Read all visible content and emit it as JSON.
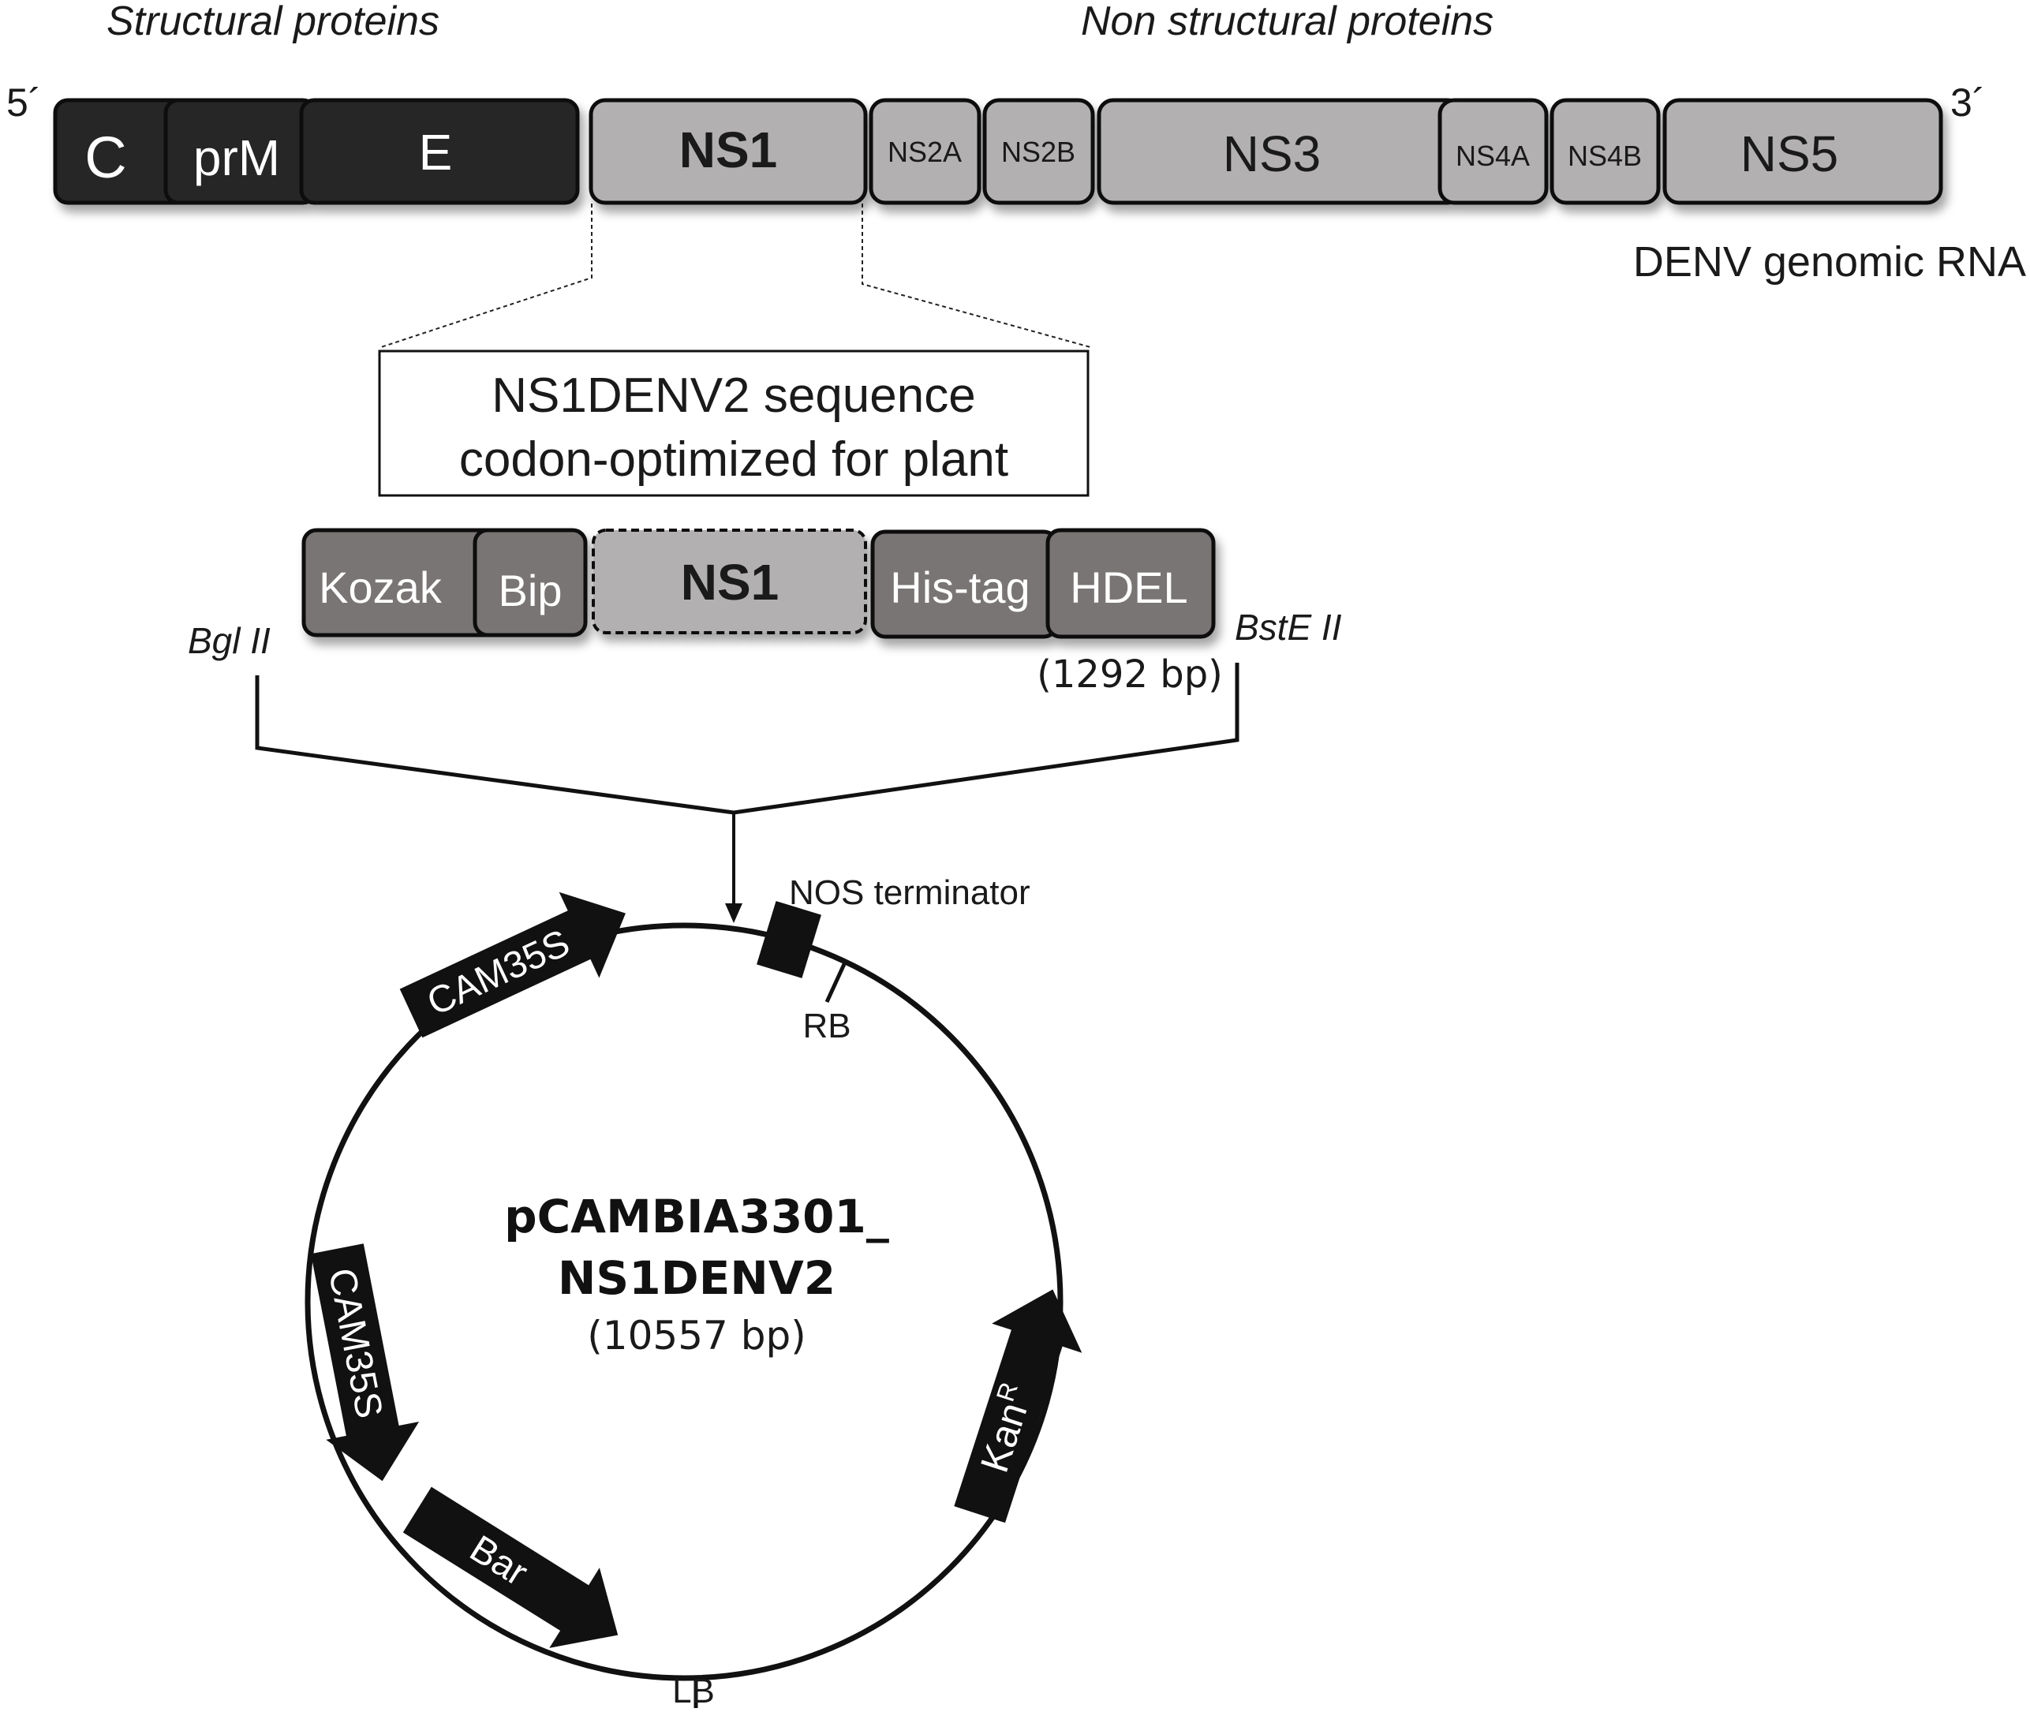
{
  "genome": {
    "header_structural": "Structural proteins",
    "header_nonstructural": "Non structural proteins",
    "five_prime": "5´",
    "three_prime": "3´",
    "caption": "DENV genomic RNA",
    "segments": {
      "c": "C",
      "prm": "prM",
      "e": "E",
      "ns1": "NS1",
      "ns2a": "NS2A",
      "ns2b": "NS2B",
      "ns3": "NS3",
      "ns4a": "NS4A",
      "ns4b": "NS4B",
      "ns5": "NS5"
    },
    "colors": {
      "structural": "#262626",
      "nonstructural": "#b2b0b0",
      "outline": "#111111"
    }
  },
  "construct": {
    "box_line1": "NS1DENV2 sequence",
    "box_line2": "codon-optimized for plant",
    "segments": {
      "kozak": "Kozak",
      "bip": "Bip",
      "ns1": "NS1",
      "histag": "His-tag",
      "hdel": "HDEL"
    },
    "site_left": "Bgl II",
    "site_right": "BstE II",
    "size": "(1292 bp)",
    "colors": {
      "element": "#7a7474",
      "insert": "#b2b0b0"
    }
  },
  "plasmid": {
    "name_line1": "pCAMBIA3301_",
    "name_line2": "NS1DENV2",
    "size": "(10557 bp)",
    "nos_terminator": "NOS terminator",
    "rb": "RB",
    "lb": "LB",
    "features": {
      "cam35s_top": "CAM35S",
      "cam35s_left": "CAM35S",
      "bar": "Bar",
      "kanr_main": "Kan",
      "kanr_sup": "R"
    }
  }
}
